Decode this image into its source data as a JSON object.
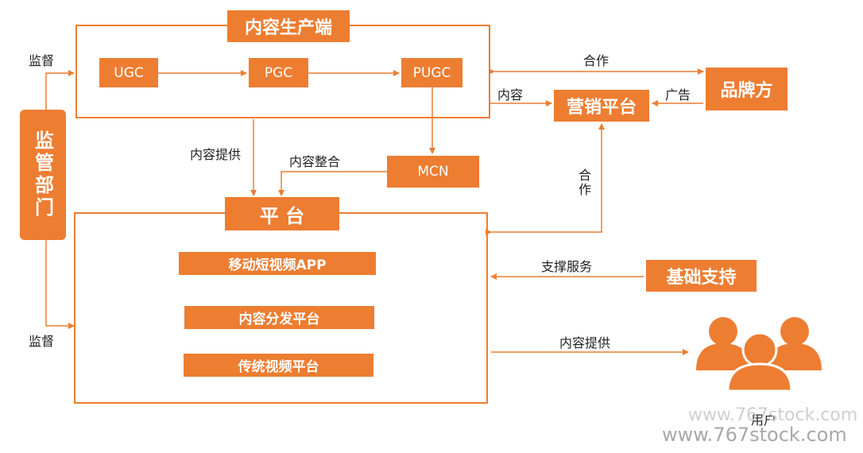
{
  "top": {
    "title": "内容生产端",
    "nodes": [
      "UGC",
      "PGC",
      "PUGC"
    ]
  },
  "platform": {
    "title": "平 台",
    "items": [
      "移动短视频APP",
      "内容分发平台",
      "传统视频平台"
    ]
  },
  "side": {
    "regulator": "监管部门",
    "brand": "品牌方",
    "marketing": "营销平台",
    "mcn": "MCN",
    "infra": "基础支持",
    "user": "用户"
  },
  "edges": {
    "supervise_top": "监督",
    "supervise_bottom": "监督",
    "cooperate_top": "合作",
    "content": "内容",
    "ad": "广告",
    "content_provide": "内容提供",
    "content_integrate": "内容整合",
    "cooperate_vertical": "合作",
    "support_service": "支撑服务",
    "content_provide_user": "内容提供"
  },
  "watermark": {
    "text1": "www.767stock.com",
    "text2": "www.767stock.com"
  },
  "colors": {
    "accent": "#ED7D31"
  }
}
